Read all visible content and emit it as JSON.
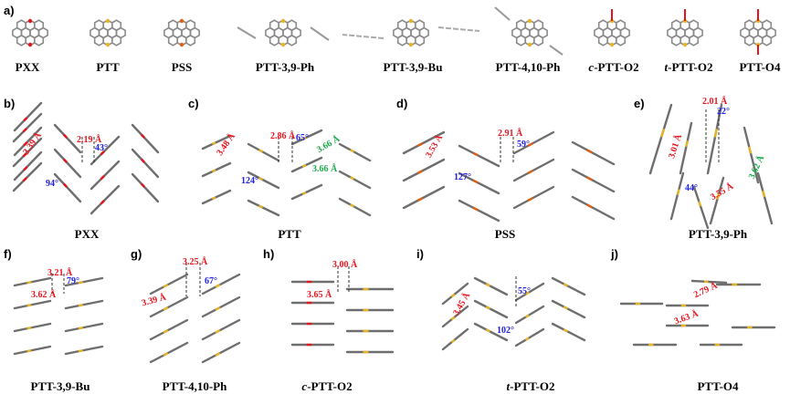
{
  "panel_a": {
    "letter": "a)",
    "molecules": [
      {
        "name": "PXX",
        "hetero_color": "#e8141c"
      },
      {
        "name": "PTT",
        "hetero_color": "#e6b422"
      },
      {
        "name": "PSS",
        "hetero_color": "#e06010"
      },
      {
        "name": "PTT-3,9-Ph",
        "hetero_color": "#e6b422"
      },
      {
        "name": "PTT-3,9-Bu",
        "hetero_color": "#e6b422"
      },
      {
        "name": "PTT-4,10-Ph",
        "hetero_color": "#e6b422"
      },
      {
        "prefix": "c",
        "name": "-PTT-O2",
        "hetero_color": "#e6b422"
      },
      {
        "prefix": "t",
        "name": "-PTT-O2",
        "hetero_color": "#e6b422"
      },
      {
        "name": "PTT-O4",
        "hetero_color": "#e6b422"
      }
    ]
  },
  "panels": {
    "b": {
      "letter": "b)",
      "title": "PXX",
      "d1": "3.39 Å",
      "d2": "2.19 Å",
      "a1": "43°",
      "a2": "94°"
    },
    "c": {
      "letter": "c)",
      "title": "PTT",
      "d1": "3.48 Å",
      "d2": "2.86 Å",
      "a1": "65°",
      "g1": "3.66 Å",
      "g2": "3.66 Å",
      "a2": "124°"
    },
    "d": {
      "letter": "d)",
      "title": "PSS",
      "d1": "3.53 Å",
      "d2": "2.91 Å",
      "a1": "59°",
      "a2": "127°"
    },
    "e": {
      "letter": "e)",
      "title": "PTT-3,9-Ph",
      "d1": "2.01 Å",
      "a1": "22°",
      "d2": "3.01 Å",
      "g1": "3.62 Å",
      "a2": "44°",
      "d3": "3.55 Å"
    },
    "f": {
      "letter": "f)",
      "title": "PTT-3,9-Bu",
      "d1": "3.21 Å",
      "a1": "79°",
      "d2": "3.62 Å"
    },
    "g": {
      "letter": "g)",
      "title": "PTT-4,10-Ph",
      "d1": "3.25 Å",
      "a1": "67°",
      "d2": "3.39 Å"
    },
    "h": {
      "letter": "h)",
      "title_prefix": "c",
      "title": "-PTT-O2",
      "d1": "3.00 Å",
      "d2": "3.65 Å"
    },
    "i": {
      "letter": "i)",
      "title_prefix": "t",
      "title": "-PTT-O2",
      "d1": "3.45 Å",
      "a1": "55°",
      "a2": "102°"
    },
    "j": {
      "letter": "j)",
      "title": "PTT-O4",
      "d1": "2.79 Å",
      "d2": "3.63 Å"
    }
  },
  "colors": {
    "distance": "#e8141c",
    "angle": "#2020e0",
    "contact": "#1aa84a",
    "sulfur": "#e6b422",
    "oxygen": "#e8141c",
    "carbon": "#777777"
  }
}
